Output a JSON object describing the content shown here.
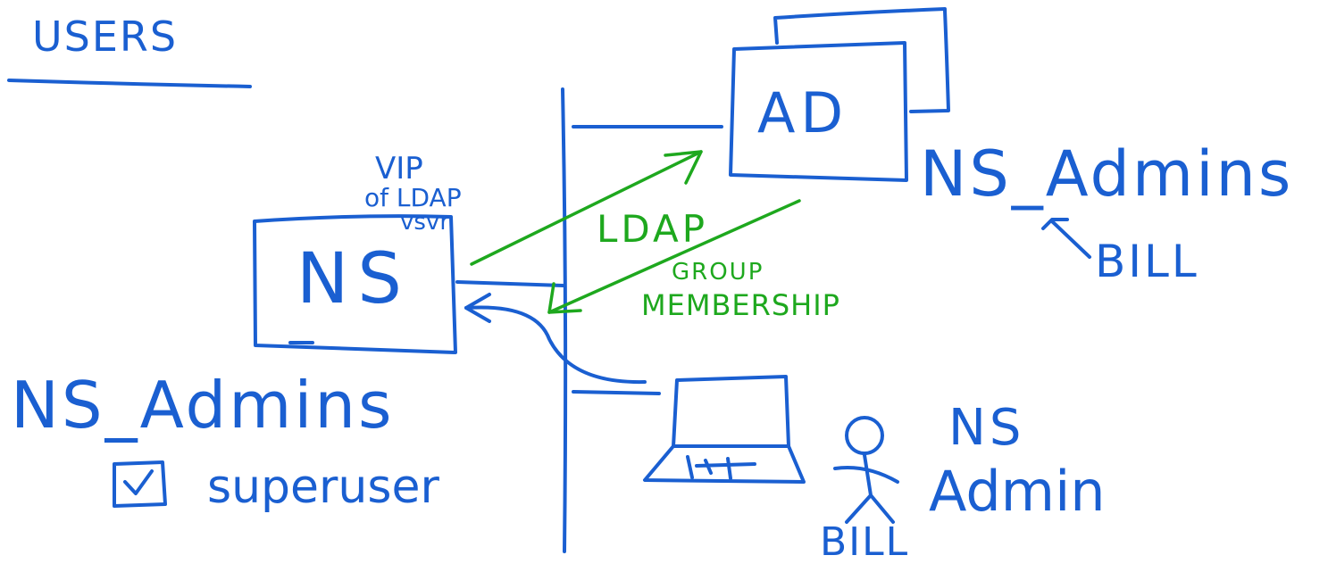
{
  "heading": "USERS",
  "ad_box": {
    "label": "AD"
  },
  "ns_box": {
    "label": "NS"
  },
  "ad_group": {
    "name": "NS_Admins",
    "member": "BILL"
  },
  "ns_group": {
    "name": "NS_Admins",
    "permission": "superuser"
  },
  "vip_note": {
    "line1": "VIP",
    "line2": "of LDAP",
    "line3": "vsvr"
  },
  "ldap_arrow": {
    "label": "LDAP"
  },
  "membership_arrow": {
    "line1": "GROUP",
    "line2": "MEMBERSHIP"
  },
  "user": {
    "role_line1": "NS",
    "role_line2": "Admin",
    "name": "BILL"
  },
  "colors": {
    "ink_blue": "#1a5fd1",
    "ink_green": "#1ea81e",
    "background": "#ffffff"
  }
}
